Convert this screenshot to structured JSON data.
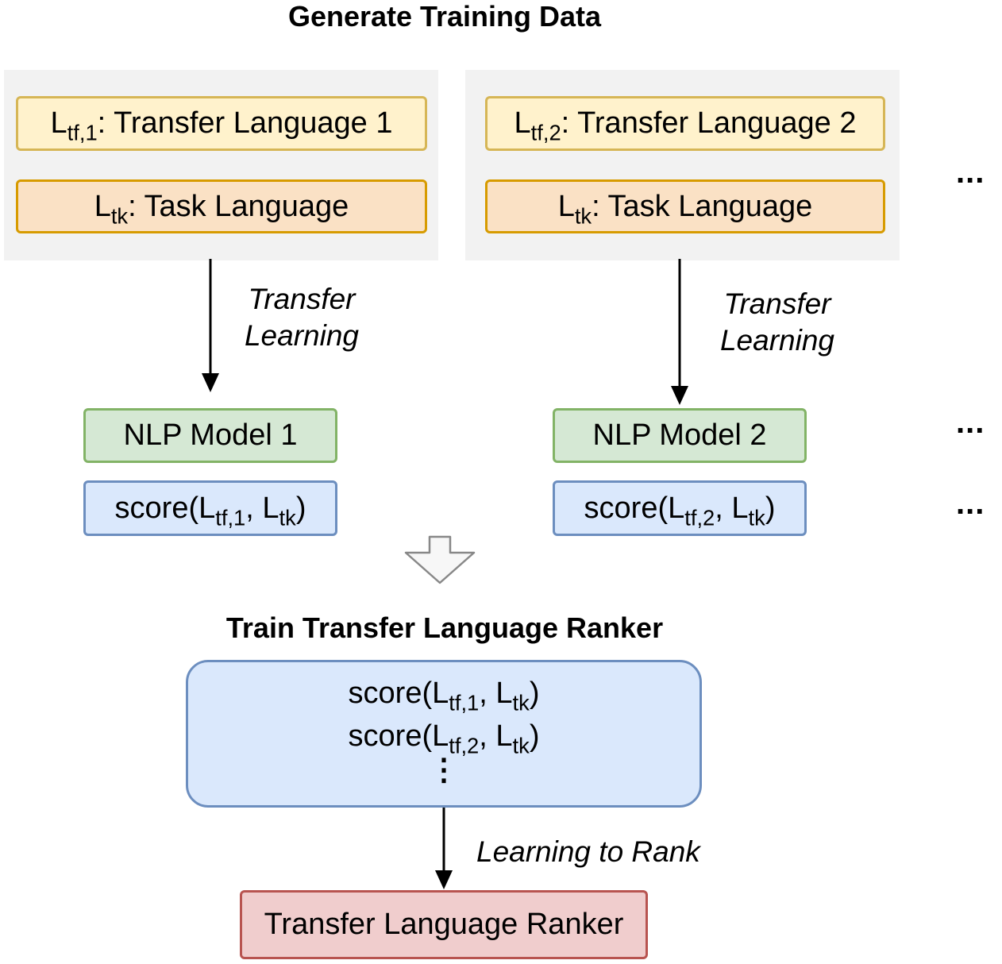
{
  "top_heading": "Generate Training Data",
  "left_panel": {
    "transfer": {
      "main": "L",
      "sub": "tf,1",
      "rest": ": Transfer Language 1"
    },
    "task": {
      "main": "L",
      "sub": "tk",
      "rest": ": Task Language"
    },
    "arrow_label": [
      "Transfer",
      "Learning"
    ],
    "model": "NLP Model 1",
    "score": {
      "prefix": "score(L",
      "sub1": "tf,1",
      "mid": ", L",
      "sub2": "tk",
      "suffix": ")"
    }
  },
  "right_panel": {
    "transfer": {
      "main": "L",
      "sub": "tf,2",
      "rest": ": Transfer Language 2"
    },
    "task": {
      "main": "L",
      "sub": "tk",
      "rest": ": Task Language"
    },
    "arrow_label": [
      "Transfer",
      "Learning"
    ],
    "model": "NLP Model 2",
    "score": {
      "prefix": "score(L",
      "sub1": "tf,2",
      "mid": ", L",
      "sub2": "tk",
      "suffix": ")"
    }
  },
  "ellipsis": "...",
  "bottom_heading": "Train Transfer Language Ranker",
  "score_list": [
    {
      "prefix": "score(L",
      "sub1": "tf,1",
      "mid": ", L",
      "sub2": "tk",
      "suffix": ")"
    },
    {
      "prefix": "score(L",
      "sub1": "tf,2",
      "mid": ", L",
      "sub2": "tk",
      "suffix": ")"
    }
  ],
  "vertical_ellipsis": "⋮",
  "rank_arrow_label": "Learning to Rank",
  "ranker": "Transfer Language Ranker",
  "colors": {
    "panel_bg": "#f2f2f2",
    "transfer_fill": "#fff2cc",
    "transfer_border": "#d6b656",
    "task_fill": "#fae1c5",
    "task_border": "#d79b00",
    "model_fill": "#d5e8d4",
    "model_border": "#82b366",
    "score_fill": "#dae8fc",
    "score_border": "#6c8ebf",
    "ranker_fill": "#f0cdcd",
    "ranker_border": "#b85450"
  }
}
